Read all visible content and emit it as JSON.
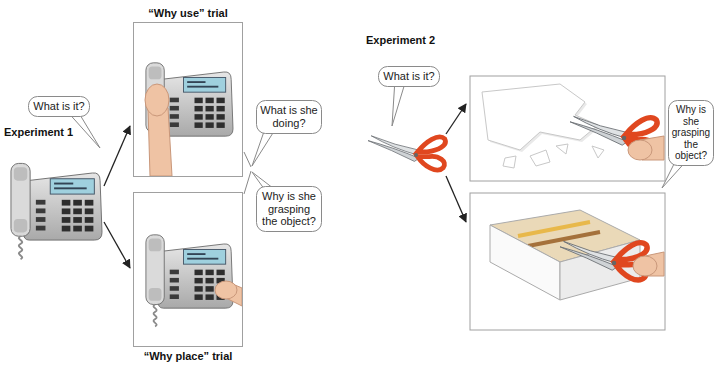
{
  "diagram": {
    "nodes": [
      {
        "text": [
          "What is it?"
        ]
      },
      {
        "text": [
          "“Why use” trial"
        ]
      },
      {
        "text": [
          "“Why place” trial"
        ]
      },
      {
        "text": [
          "What is she doing?"
        ]
      },
      {
        "text": [
          "Why is she grasping the object?"
        ]
      },
      {
        "text": [
          "What is it?"
        ]
      },
      {
        "text": [
          "Why is she grasping the object?"
        ]
      }
    ],
    "labels": [
      "Experiment 1",
      "Experiment 2"
    ]
  }
}
